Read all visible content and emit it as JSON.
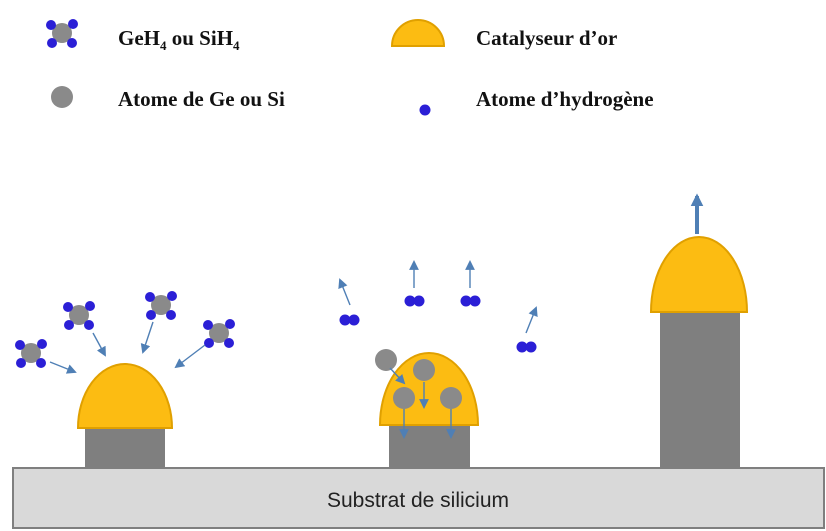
{
  "legend": {
    "precursor_label": "GeH",
    "precursor_sub1": "4",
    "precursor_mid": " ou SiH",
    "precursor_sub2": "4",
    "catalyst_label": "Catalyseur d’or",
    "atom_label": "Atome de Ge ou Si",
    "hydrogen_label": "Atome d’hydrogène"
  },
  "substrate": {
    "label": "Substrat de silicium"
  },
  "colors": {
    "gold": "#fcbc12",
    "gold_edge": "#e0a000",
    "pillar": "#7f7f7f",
    "atom": "#8a8a8a",
    "hydrogen": "#2b1fd6",
    "arrow": "#4f7fb5",
    "substrate_fill": "#d9d9d9",
    "substrate_edge": "#7f7f7f"
  },
  "icons": [
    "molecule-icon",
    "gold-droplet-icon",
    "atom-icon",
    "hydrogen-icon",
    "arrow-icon"
  ]
}
